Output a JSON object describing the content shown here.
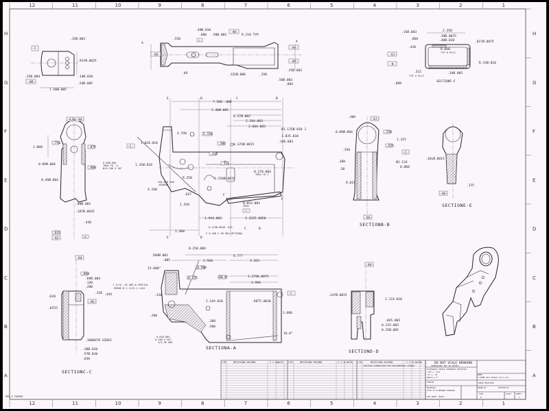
{
  "sheet": {
    "zone_columns": [
      "12",
      "11",
      "10",
      "9",
      "8",
      "7",
      "6",
      "5",
      "4",
      "3",
      "2",
      "1"
    ],
    "zone_rows": [
      "H",
      "G",
      "F",
      "E",
      "D",
      "C",
      "B",
      "A"
    ],
    "format_label": "PRD-E FORMAT"
  },
  "views": {
    "top_left": [
      ".15Ø.003",
      ".937Ø.0035",
      ".25Ø.004",
      ".14Ø.010",
      ".24Ø.005",
      "1.50Ø.005",
      "-AM-",
      "-C-"
    ],
    "top_mid": [
      "A",
      "A",
      ".49Ø.010",
      ".550",
      ".600",
      ".50Ø.003",
      "R.218 TYP",
      "-AK-",
      "-AH-",
      "-AH-",
      "-AM-",
      ".49",
      ".125Ø.006",
      ".350",
      ".25Ø.002",
      ".50Ø.003",
      ".004",
      "-L-"
    ],
    "section_f": [
      ".15Ø.003",
      "2.350",
      ".39Ø.0075",
      ".48Ø.010",
      ".060",
      ".017Ø.0075",
      "R.040",
      "TYP 8 PLCS",
      ".410",
      "-AJ-",
      "-K-",
      "R.15Ø.010",
      ".34Ø.005",
      ".312",
      "TYP 4 PLCS",
      ".090",
      "SECTIONF-F"
    ],
    "front": [
      "-AJ-",
      "-AH-",
      "1.000",
      ".750",
      ".875",
      "0.09Ø.004",
      "0.49Ø.004",
      ".060",
      ".09Ø.003",
      ".187Ø.0035",
      ".430",
      ".631",
      "-AA-",
      "0.09Ø.004",
      "THRU TO -V-",
      "W/0.100 X 90°",
      "-W-"
    ],
    "main": [
      "E",
      "D",
      "C",
      "B",
      "E",
      "D",
      "C",
      "B",
      "7.500 .000",
      "1.40Ø.005",
      "6.37Ø.002",
      "2.284.003",
      "2.604.003",
      "Ø1.125Ø.010 J",
      "1.035.010",
      ".148.003",
      "4.790",
      "1.020.010",
      "1.35Ø.010",
      "R.250",
      "930.010 RAD",
      "WINDOW",
      "4.190",
      ".627",
      "1.350",
      "2.300",
      "1.944.003",
      "3.3325.0050",
      "0.125Ø.0015",
      "0.156Ø.0015",
      "0.125Ø.003Ø .625",
      "X 0.188 X 90 MAX OPTIONAL",
      "F",
      "F",
      "-C-",
      ".310",
      ".305",
      ".312",
      "1.150",
      "0.278.004",
      "THRU TO J",
      "0.054.003",
      "THRU",
      "-T-"
    ],
    "section_a": [
      "0.250.006",
      "6.777",
      ".560Ø.002",
      ".005",
      "15.000°",
      "2.560",
      "3.263",
      "0.500",
      "0.675",
      "60.0°",
      "3.3798.0075",
      "3.996",
      "1.244.010",
      ".9875.0030",
      "1.600",
      "10.0°",
      "1 3/16 -16 UN3-B SPECIAL",
      "MINOR Ø 1.1212-1.1243",
      ".310",
      ".200",
      ".300",
      ".580",
      "0.61Ø.003",
      "0.100 X 90°",
      "1/4-28 UNF",
      "SECTIONA-A",
      "-C-"
    ],
    "section_c": [
      "-AH-",
      ".860",
      ".69Ø.004",
      ".130",
      ".200",
      ".320",
      ".444",
      "-AK-",
      ".620",
      ".0155",
      ".100BOTH SIDES",
      ".38Ø.010",
      ".57Ø.010",
      ".630",
      "SECTIONC-C"
    ],
    "section_b": [
      ".300",
      "-AJ-",
      "0.09Ø.004",
      ".250",
      ".625",
      "1.325",
      "-C-",
      "Ø1.124",
      "0.008",
      "-AH-",
      ".350",
      ".300",
      ".30",
      "R.015",
      "SECTIONB-B"
    ],
    "section_e": [
      ".161Ø.0015",
      ".375",
      "-AH-",
      "SECTIONE-E"
    ],
    "section_d": [
      "-AH-",
      ".147Ø.0015",
      "1.124.010",
      ".045.002",
      "0.125.003",
      "0.25Ø.005",
      "SECTIOND-D"
    ]
  },
  "revision_table": {
    "headers": [
      "LTR",
      "REVISION RECORD",
      "C.C.B.",
      "DATE",
      "BY"
    ],
    "note": "REVISED DIMENSIONS PER ENGINEERING CHANGE"
  },
  "title_block": {
    "do_not_scale": "DO NOT SCALE DRAWING",
    "dimensions": "DIMENSIONS ARE IN INCHES",
    "tolerances": "TOLERANCES UNLESS OTHERWISE SPECIFIED",
    "tol_3": ".XXX ± .010",
    "tol_2": ".XX ± .03",
    "angle": "ANGLE ± 2°",
    "finish": "FINISH",
    "material_label": "MATERIAL",
    "material": "7075-T6 ALUMINUM FORGING",
    "cad_name": "CAD NAME: M16A3",
    "name_label": "NAME",
    "name": "5.56MM COLT M16A4 (A3 & A4)",
    "part": "LOWER RECEIVER",
    "drawn_by": "DRAWN BY",
    "checked": "CHECKED BY",
    "size": "SIZE",
    "scale": "SCALE",
    "sheet": "SHEET",
    "size_value": "D",
    "sheet_value": "1"
  }
}
